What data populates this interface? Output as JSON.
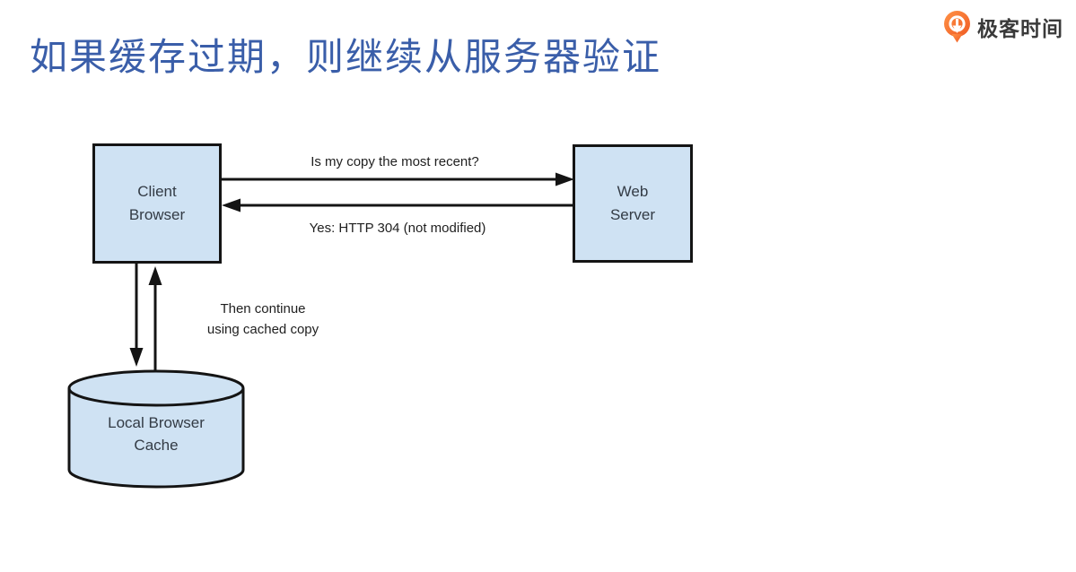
{
  "slide": {
    "title": "如果缓存过期，则继续从服务器验证"
  },
  "brand": {
    "name": "极客时间",
    "icon": "geektime-pin-arrow-icon"
  },
  "theme": {
    "title_blue": "#3a5ea9",
    "node_fill": "#cfe2f3",
    "node_border": "#141414",
    "node_text": "#333b45",
    "label_text": "#1f1f1f",
    "logo_orange": "#f26522",
    "logo_orange_light": "#ff9246",
    "brand_text": "#3a3a3a",
    "slide_bg": "#ffffff"
  },
  "diagram": {
    "nodes": {
      "client": {
        "label": "Client Browser",
        "label_lines": [
          "Client",
          "Browser"
        ],
        "shape": "rect"
      },
      "server": {
        "label": "Web Server",
        "label_lines": [
          "Web",
          "Server"
        ],
        "shape": "rect"
      },
      "cache": {
        "label": "Local Browser Cache",
        "label_lines": [
          "Local Browser",
          "Cache"
        ],
        "shape": "cylinder"
      }
    },
    "edges": [
      {
        "from": "client",
        "to": "server",
        "arrow": "right",
        "label": "Is my copy the most recent?"
      },
      {
        "from": "server",
        "to": "client",
        "arrow": "left",
        "label": "Yes: HTTP 304 (not modified)"
      },
      {
        "from": "client",
        "to": "cache",
        "arrow": "down",
        "label": "Then continue using cached copy",
        "label_lines": [
          "Then continue",
          "using cached copy"
        ]
      },
      {
        "from": "cache",
        "to": "client",
        "arrow": "up"
      }
    ]
  }
}
